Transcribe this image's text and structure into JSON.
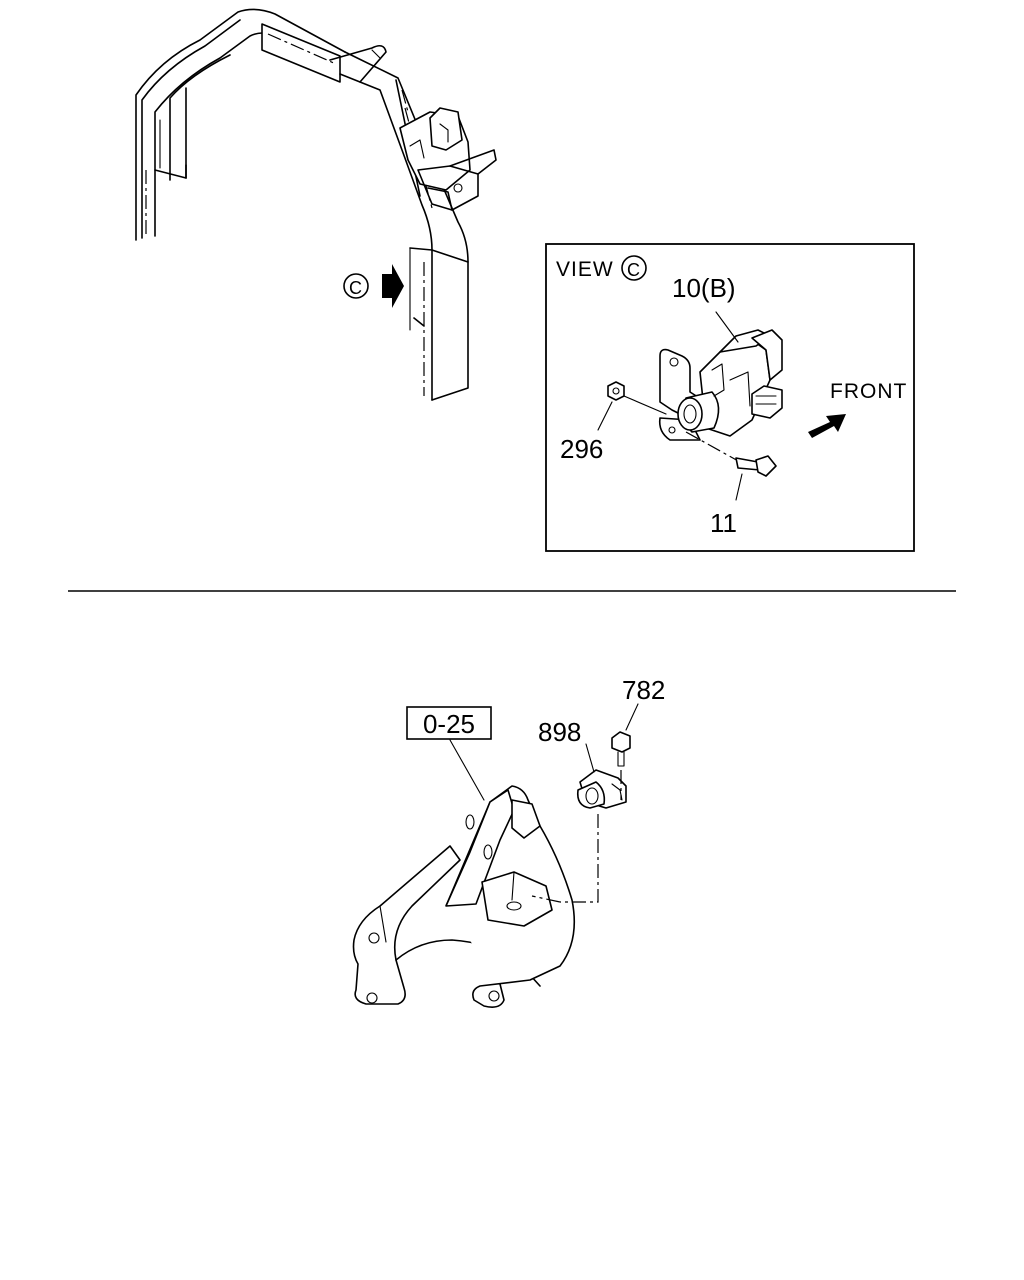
{
  "view_marker": {
    "letter": "C"
  },
  "inset": {
    "title": "VIEW",
    "title_circle": "C",
    "direction_label": "FRONT",
    "callouts": {
      "p10b": "10(B)",
      "p296": "296",
      "p11": "11"
    }
  },
  "lower": {
    "ref_box": "0-25",
    "callouts": {
      "p782": "782",
      "p898": "898"
    }
  }
}
